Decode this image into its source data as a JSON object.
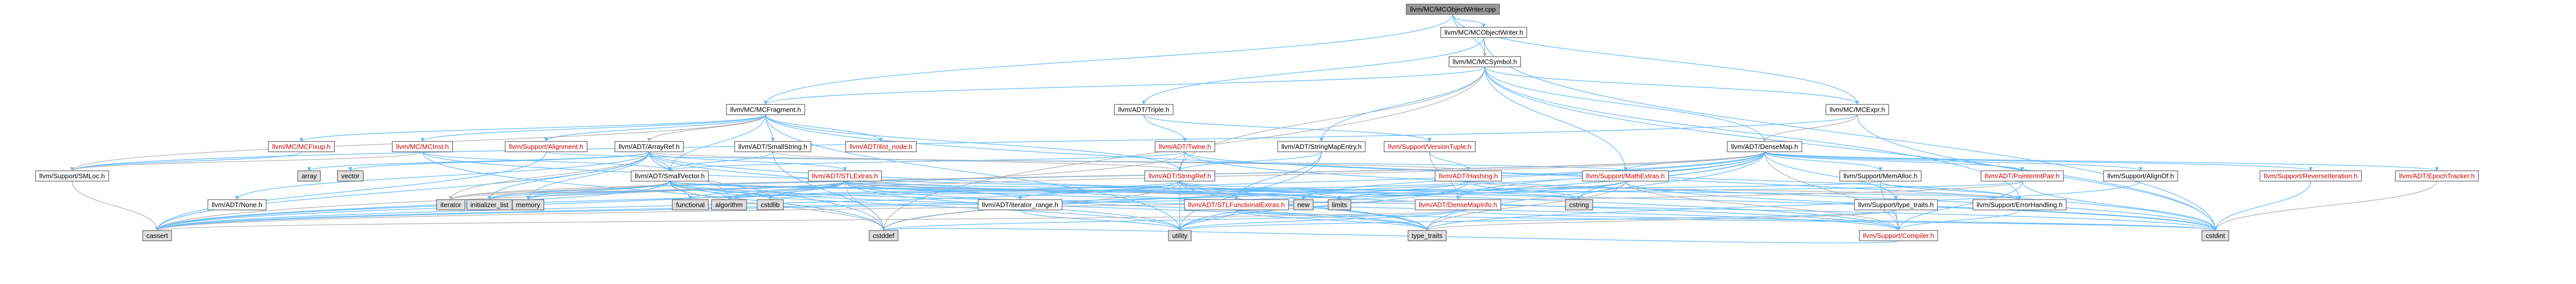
{
  "graph": {
    "colors": {
      "root_fill": "#999999",
      "normal_fill": "#ffffff",
      "system_fill": "#e0e0e0",
      "normal_text": "#000000",
      "incomplete_text": "#cc0000",
      "edge": "#63b8ff",
      "edge_alt": "#b0b0b0",
      "border": "#666666"
    },
    "nodes": [
      {
        "id": "root",
        "label": "llvm/MC/MCObjectWriter.cpp",
        "kind": "root"
      },
      {
        "id": "mcobjectwriter",
        "label": "llvm/MC/MCObjectWriter.h",
        "kind": "normal"
      },
      {
        "id": "mcsymbol",
        "label": "llvm/MC/MCSymbol.h",
        "kind": "normal"
      },
      {
        "id": "mcfragment",
        "label": "llvm/MC/MCFragment.h",
        "kind": "normal"
      },
      {
        "id": "triple",
        "label": "llvm/ADT/Triple.h",
        "kind": "normal"
      },
      {
        "id": "mcexpr",
        "label": "llvm/MC/MCExpr.h",
        "kind": "normal"
      },
      {
        "id": "mcfixup",
        "label": "llvm/MC/MCFixup.h",
        "kind": "incomplete"
      },
      {
        "id": "mcinst",
        "label": "llvm/MC/MCInst.h",
        "kind": "incomplete"
      },
      {
        "id": "alignment",
        "label": "llvm/Support/Alignment.h",
        "kind": "incomplete"
      },
      {
        "id": "arrayref",
        "label": "llvm/ADT/ArrayRef.h",
        "kind": "normal"
      },
      {
        "id": "smallstring",
        "label": "llvm/ADT/SmallString.h",
        "kind": "normal"
      },
      {
        "id": "ilist_node",
        "label": "llvm/ADT/ilist_node.h",
        "kind": "incomplete"
      },
      {
        "id": "twine",
        "label": "llvm/ADT/Twine.h",
        "kind": "incomplete"
      },
      {
        "id": "stringmapentry",
        "label": "llvm/ADT/StringMapEntry.h",
        "kind": "normal"
      },
      {
        "id": "versiontuple",
        "label": "llvm/Support/VersionTuple.h",
        "kind": "incomplete"
      },
      {
        "id": "densemap",
        "label": "llvm/ADT/DenseMap.h",
        "kind": "normal"
      },
      {
        "id": "smloc",
        "label": "llvm/Support/SMLoc.h",
        "kind": "normal"
      },
      {
        "id": "array",
        "label": "array",
        "kind": "system"
      },
      {
        "id": "vector",
        "label": "vector",
        "kind": "system"
      },
      {
        "id": "smallvector",
        "label": "llvm/ADT/SmallVector.h",
        "kind": "normal"
      },
      {
        "id": "stlextras",
        "label": "llvm/ADT/STLExtras.h",
        "kind": "incomplete"
      },
      {
        "id": "stringref",
        "label": "llvm/ADT/StringRef.h",
        "kind": "incomplete"
      },
      {
        "id": "hashing",
        "label": "llvm/ADT/Hashing.h",
        "kind": "incomplete"
      },
      {
        "id": "mathextras",
        "label": "llvm/Support/MathExtras.h",
        "kind": "incomplete"
      },
      {
        "id": "memalloc",
        "label": "llvm/Support/MemAlloc.h",
        "kind": "normal"
      },
      {
        "id": "pointerintpair",
        "label": "llvm/ADT/PointerIntPair.h",
        "kind": "incomplete"
      },
      {
        "id": "alignof",
        "label": "llvm/Support/AlignOf.h",
        "kind": "normal"
      },
      {
        "id": "reverseiteration",
        "label": "llvm/Support/ReverseIteration.h",
        "kind": "incomplete"
      },
      {
        "id": "epochtracker",
        "label": "llvm/ADT/EpochTracker.h",
        "kind": "incomplete"
      },
      {
        "id": "none",
        "label": "llvm/ADT/None.h",
        "kind": "normal"
      },
      {
        "id": "iterator",
        "label": "iterator",
        "kind": "system"
      },
      {
        "id": "initializer_list",
        "label": "initializer_list",
        "kind": "system"
      },
      {
        "id": "memory",
        "label": "memory",
        "kind": "system"
      },
      {
        "id": "functional",
        "label": "functional",
        "kind": "system"
      },
      {
        "id": "algorithm",
        "label": "algorithm",
        "kind": "system"
      },
      {
        "id": "cstdlib",
        "label": "cstdlib",
        "kind": "system"
      },
      {
        "id": "iterator_range",
        "label": "llvm/ADT/iterator_range.h",
        "kind": "normal"
      },
      {
        "id": "stlfunctional",
        "label": "llvm/ADT/STLFunctionalExtras.h",
        "kind": "incomplete"
      },
      {
        "id": "new",
        "label": "new",
        "kind": "system"
      },
      {
        "id": "limits",
        "label": "limits",
        "kind": "system"
      },
      {
        "id": "cstring",
        "label": "cstring",
        "kind": "system"
      },
      {
        "id": "densemapinfo",
        "label": "llvm/ADT/DenseMapInfo.h",
        "kind": "incomplete"
      },
      {
        "id": "typetraits_h",
        "label": "llvm/Support/type_traits.h",
        "kind": "normal"
      },
      {
        "id": "errorhandling",
        "label": "llvm/Support/ErrorHandling.h",
        "kind": "normal"
      },
      {
        "id": "cassert",
        "label": "cassert",
        "kind": "system"
      },
      {
        "id": "cstddef",
        "label": "cstddef",
        "kind": "system"
      },
      {
        "id": "utility",
        "label": "utility",
        "kind": "system"
      },
      {
        "id": "type_traits",
        "label": "type_traits",
        "kind": "system"
      },
      {
        "id": "compiler",
        "label": "llvm/Support/Compiler.h",
        "kind": "incomplete"
      },
      {
        "id": "cstdint",
        "label": "cstdint",
        "kind": "system"
      }
    ],
    "edges": [
      [
        "root",
        "mcobjectwriter"
      ],
      [
        "root",
        "mcsymbol"
      ],
      [
        "root",
        "mcfragment"
      ],
      [
        "root",
        "mcexpr"
      ],
      [
        "mcobjectwriter",
        "mcsymbol"
      ],
      [
        "mcobjectwriter",
        "triple"
      ],
      [
        "mcobjectwriter",
        "cstdint"
      ],
      [
        "mcsymbol",
        "mcfragment"
      ],
      [
        "mcsymbol",
        "mcexpr"
      ],
      [
        "mcsymbol",
        "stringref"
      ],
      [
        "mcsymbol",
        "stringmapentry"
      ],
      [
        "mcsymbol",
        "densemap"
      ],
      [
        "mcsymbol",
        "mathextras"
      ],
      [
        "mcsymbol",
        "errorhandling"
      ],
      [
        "mcsymbol",
        "cstddef"
      ],
      [
        "mcsymbol",
        "cstdint"
      ],
      [
        "mcfragment",
        "mcfixup"
      ],
      [
        "mcfragment",
        "mcinst"
      ],
      [
        "mcfragment",
        "alignment"
      ],
      [
        "mcfragment",
        "arrayref"
      ],
      [
        "mcfragment",
        "smallstring"
      ],
      [
        "mcfragment",
        "ilist_node"
      ],
      [
        "mcfragment",
        "smallvector"
      ],
      [
        "mcfragment",
        "stringref"
      ],
      [
        "mcfragment",
        "smloc"
      ],
      [
        "mcfragment",
        "cstdint"
      ],
      [
        "mcfragment",
        "utility"
      ],
      [
        "triple",
        "twine"
      ],
      [
        "triple",
        "versiontuple"
      ],
      [
        "mcexpr",
        "densemap"
      ],
      [
        "mcexpr",
        "smloc"
      ],
      [
        "mcexpr",
        "cstdint"
      ],
      [
        "mcfixup",
        "smloc"
      ],
      [
        "mcinst",
        "smallvector"
      ],
      [
        "mcinst",
        "smloc"
      ],
      [
        "mcinst",
        "cstddef"
      ],
      [
        "mcinst",
        "cstdint"
      ],
      [
        "alignment",
        "mathextras"
      ],
      [
        "alignment",
        "cassert"
      ],
      [
        "arrayref",
        "hashing"
      ],
      [
        "arrayref",
        "none"
      ],
      [
        "arrayref",
        "smallvector"
      ],
      [
        "arrayref",
        "stlextras"
      ],
      [
        "arrayref",
        "compiler"
      ],
      [
        "arrayref",
        "algorithm"
      ],
      [
        "arrayref",
        "array"
      ],
      [
        "arrayref",
        "cassert"
      ],
      [
        "arrayref",
        "cstddef"
      ],
      [
        "arrayref",
        "initializer_list"
      ],
      [
        "arrayref",
        "iterator"
      ],
      [
        "arrayref",
        "memory"
      ],
      [
        "arrayref",
        "type_traits"
      ],
      [
        "arrayref",
        "vector"
      ],
      [
        "smallstring",
        "smallvector"
      ],
      [
        "smallstring",
        "stringref"
      ],
      [
        "smallstring",
        "cstddef"
      ],
      [
        "twine",
        "smallvector"
      ],
      [
        "twine",
        "stringref"
      ],
      [
        "twine",
        "errorhandling"
      ],
      [
        "twine",
        "cassert"
      ],
      [
        "twine",
        "cstdint"
      ],
      [
        "stringmapentry",
        "stringref"
      ],
      [
        "stringmapentry",
        "stlfunctional"
      ],
      [
        "stringmapentry",
        "utility"
      ],
      [
        "versiontuple",
        "densemapinfo"
      ],
      [
        "versiontuple",
        "hashing"
      ],
      [
        "densemap",
        "densemapinfo"
      ],
      [
        "densemap",
        "epochtracker"
      ],
      [
        "densemap",
        "alignof"
      ],
      [
        "densemap",
        "compiler"
      ],
      [
        "densemap",
        "mathextras"
      ],
      [
        "densemap",
        "memalloc"
      ],
      [
        "densemap",
        "reverseiteration"
      ],
      [
        "densemap",
        "typetraits_h"
      ],
      [
        "densemap",
        "algorithm"
      ],
      [
        "densemap",
        "cassert"
      ],
      [
        "densemap",
        "cstddef"
      ],
      [
        "densemap",
        "cstring"
      ],
      [
        "densemap",
        "initializer_list"
      ],
      [
        "densemap",
        "iterator"
      ],
      [
        "densemap",
        "new"
      ],
      [
        "densemap",
        "type_traits"
      ],
      [
        "densemap",
        "utility"
      ],
      [
        "densemap",
        "pointerintpair"
      ],
      [
        "smloc",
        "cassert"
      ],
      [
        "smallvector",
        "compiler"
      ],
      [
        "smallvector",
        "type_traits"
      ],
      [
        "smallvector",
        "algorithm"
      ],
      [
        "smallvector",
        "cassert"
      ],
      [
        "smallvector",
        "cstddef"
      ],
      [
        "smallvector",
        "cstdlib"
      ],
      [
        "smallvector",
        "cstring"
      ],
      [
        "smallvector",
        "functional"
      ],
      [
        "smallvector",
        "initializer_list"
      ],
      [
        "smallvector",
        "iterator"
      ],
      [
        "smallvector",
        "limits"
      ],
      [
        "smallvector",
        "memory"
      ],
      [
        "smallvector",
        "new"
      ],
      [
        "smallvector",
        "utility"
      ],
      [
        "stlextras",
        "stlfunctional"
      ],
      [
        "stlextras",
        "iterator_range"
      ],
      [
        "stlextras",
        "errorhandling"
      ],
      [
        "stlextras",
        "algorithm"
      ],
      [
        "stlextras",
        "cassert"
      ],
      [
        "stlextras",
        "cstddef"
      ],
      [
        "stlextras",
        "cstdint"
      ],
      [
        "stlextras",
        "cstdlib"
      ],
      [
        "stlextras",
        "functional"
      ],
      [
        "stlextras",
        "initializer_list"
      ],
      [
        "stlextras",
        "iterator"
      ],
      [
        "stlextras",
        "limits"
      ],
      [
        "stlextras",
        "memory"
      ],
      [
        "stlextras",
        "type_traits"
      ],
      [
        "stlextras",
        "utility"
      ],
      [
        "stringref",
        "stlfunctional"
      ],
      [
        "stringref",
        "iterator_range"
      ],
      [
        "stringref",
        "compiler"
      ],
      [
        "stringref",
        "algorithm"
      ],
      [
        "stringref",
        "cassert"
      ],
      [
        "stringref",
        "cstddef"
      ],
      [
        "stringref",
        "cstring"
      ],
      [
        "stringref",
        "limits"
      ],
      [
        "stringref",
        "type_traits"
      ],
      [
        "stringref",
        "utility"
      ],
      [
        "hashing",
        "errorhandling"
      ],
      [
        "hashing",
        "algorithm"
      ],
      [
        "hashing",
        "cassert"
      ],
      [
        "hashing",
        "cstring"
      ],
      [
        "hashing",
        "utility"
      ],
      [
        "mathextras",
        "compiler"
      ],
      [
        "mathextras",
        "cassert"
      ],
      [
        "mathextras",
        "cstdint"
      ],
      [
        "mathextras",
        "cstring"
      ],
      [
        "mathextras",
        "limits"
      ],
      [
        "mathextras",
        "type_traits"
      ],
      [
        "memalloc",
        "compiler"
      ],
      [
        "memalloc",
        "errorhandling"
      ],
      [
        "memalloc",
        "cstdlib"
      ],
      [
        "pointerintpair",
        "compiler"
      ],
      [
        "pointerintpair",
        "cassert"
      ],
      [
        "pointerintpair",
        "cstdint"
      ],
      [
        "pointerintpair",
        "limits"
      ],
      [
        "alignof",
        "type_traits"
      ],
      [
        "reverseiteration",
        "cstdint"
      ],
      [
        "epochtracker",
        "cstdint"
      ],
      [
        "iterator_range",
        "utility"
      ],
      [
        "stlfunctional",
        "cstdint"
      ],
      [
        "stlfunctional",
        "type_traits"
      ],
      [
        "stlfunctional",
        "utility"
      ],
      [
        "densemapinfo",
        "cassert"
      ],
      [
        "densemapinfo",
        "cstddef"
      ],
      [
        "densemapinfo",
        "cstdint"
      ],
      [
        "densemapinfo",
        "utility"
      ],
      [
        "typetraits_h",
        "compiler"
      ],
      [
        "typetraits_h",
        "type_traits"
      ],
      [
        "typetraits_h",
        "utility"
      ],
      [
        "errorhandling",
        "compiler"
      ],
      [
        "compiler",
        "cstddef"
      ]
    ]
  }
}
